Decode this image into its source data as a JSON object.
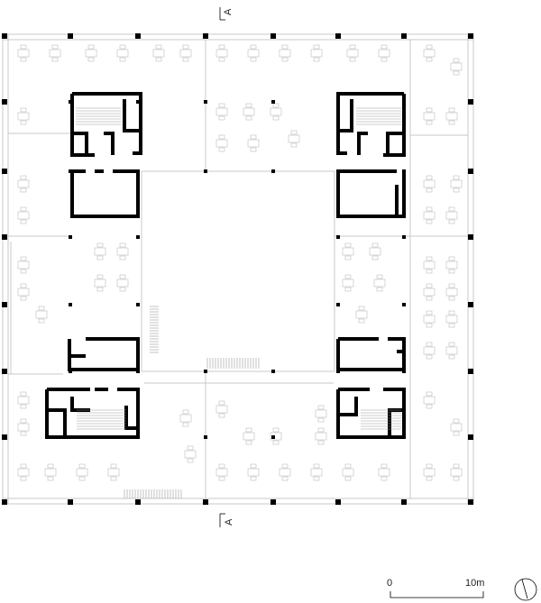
{
  "section_marker": {
    "top": "A",
    "bottom": "A"
  },
  "scale_bar": {
    "start_label": "0",
    "end_label": "10m"
  },
  "north_arrow": {
    "icon": "north-arrow-icon"
  },
  "colors": {
    "wall": "#000000",
    "furniture": "#c8c8c8",
    "grid_line": "#d8d8d8"
  }
}
